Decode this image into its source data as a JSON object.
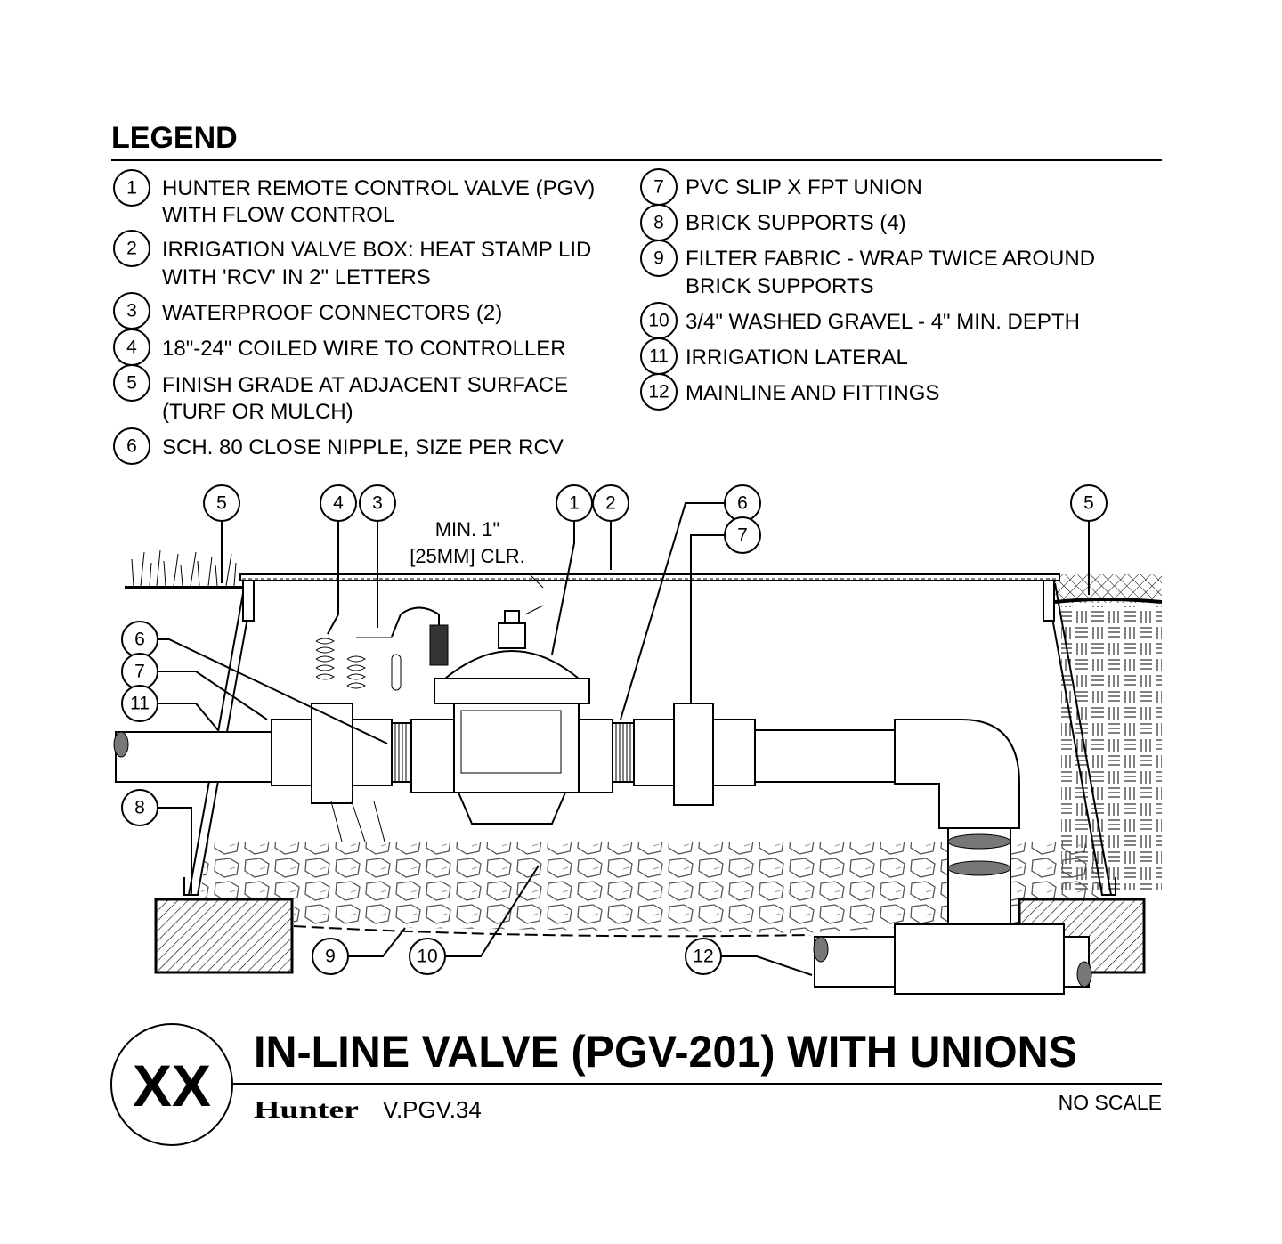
{
  "legend": {
    "title": "LEGEND",
    "items": [
      {
        "num": "1",
        "lines": [
          "HUNTER REMOTE CONTROL VALVE (PGV)",
          "WITH FLOW CONTROL"
        ]
      },
      {
        "num": "2",
        "lines": [
          "IRRIGATION VALVE BOX: HEAT STAMP LID",
          "WITH 'RCV' IN 2\" LETTERS"
        ]
      },
      {
        "num": "3",
        "lines": [
          "WATERPROOF CONNECTORS (2)"
        ]
      },
      {
        "num": "4",
        "lines": [
          "18\"-24\" COILED WIRE TO CONTROLLER"
        ]
      },
      {
        "num": "5",
        "lines": [
          "FINISH GRADE AT ADJACENT SURFACE",
          "(TURF OR MULCH)"
        ]
      },
      {
        "num": "6",
        "lines": [
          "SCH. 80 CLOSE NIPPLE, SIZE PER RCV"
        ]
      },
      {
        "num": "7",
        "lines": [
          "PVC SLIP X FPT UNION"
        ]
      },
      {
        "num": "8",
        "lines": [
          "BRICK SUPPORTS (4)"
        ]
      },
      {
        "num": "9",
        "lines": [
          "FILTER FABRIC - WRAP TWICE AROUND",
          "BRICK SUPPORTS"
        ]
      },
      {
        "num": "10",
        "lines": [
          "3/4\" WASHED GRAVEL - 4\" MIN. DEPTH"
        ]
      },
      {
        "num": "11",
        "lines": [
          "IRRIGATION LATERAL"
        ]
      },
      {
        "num": "12",
        "lines": [
          "MAINLINE AND FITTINGS"
        ]
      }
    ]
  },
  "diagram": {
    "clearance_note": [
      "MIN. 1\"",
      "[25MM] CLR."
    ],
    "callouts": [
      "5",
      "4",
      "3",
      "1",
      "2",
      "6",
      "7",
      "5",
      "6",
      "7",
      "11",
      "8",
      "9",
      "10",
      "12"
    ]
  },
  "title_block": {
    "detail_id": "XX",
    "title": "IN-LINE VALVE (PGV-201) WITH UNIONS",
    "brand_logo": "Hunter",
    "drawing_number": "V.PGV.34",
    "scale": "NO SCALE"
  }
}
